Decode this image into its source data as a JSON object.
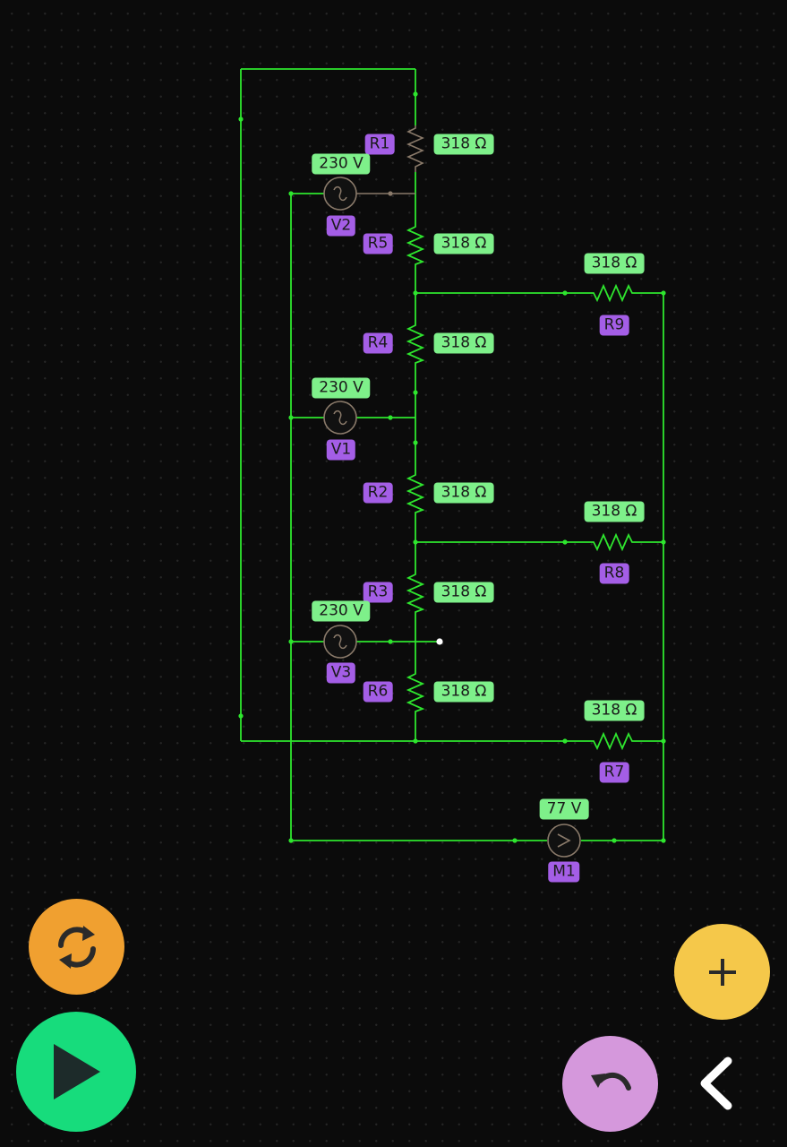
{
  "components": [
    {
      "id": "R1",
      "type": "resistor",
      "value": "318 Ω"
    },
    {
      "id": "R5",
      "type": "resistor",
      "value": "318 Ω"
    },
    {
      "id": "R4",
      "type": "resistor",
      "value": "318 Ω"
    },
    {
      "id": "R2",
      "type": "resistor",
      "value": "318 Ω"
    },
    {
      "id": "R3",
      "type": "resistor",
      "value": "318 Ω"
    },
    {
      "id": "R6",
      "type": "resistor",
      "value": "318 Ω"
    },
    {
      "id": "R9",
      "type": "resistor",
      "value": "318 Ω"
    },
    {
      "id": "R8",
      "type": "resistor",
      "value": "318 Ω"
    },
    {
      "id": "R7",
      "type": "resistor",
      "value": "318 Ω"
    },
    {
      "id": "V2",
      "type": "ac-source",
      "value": "230 V"
    },
    {
      "id": "V1",
      "type": "ac-source",
      "value": "230 V"
    },
    {
      "id": "V3",
      "type": "ac-source",
      "value": "230 V"
    },
    {
      "id": "M1",
      "type": "dc-motor",
      "value": "77 V"
    }
  ],
  "controls": {
    "refresh": "refresh-icon",
    "play": "play-icon",
    "add": "plus-icon",
    "undo": "undo-icon",
    "back": "chevron-left-icon"
  },
  "colors": {
    "background": "#0b0b0b",
    "wire": "#2ee62e",
    "value_tag": "#7ef08a",
    "name_tag": "#a45ee6",
    "refresh_button": "#f0a030",
    "play_button": "#17dc7c",
    "add_button": "#f5c84a",
    "undo_button": "#d598dc"
  }
}
